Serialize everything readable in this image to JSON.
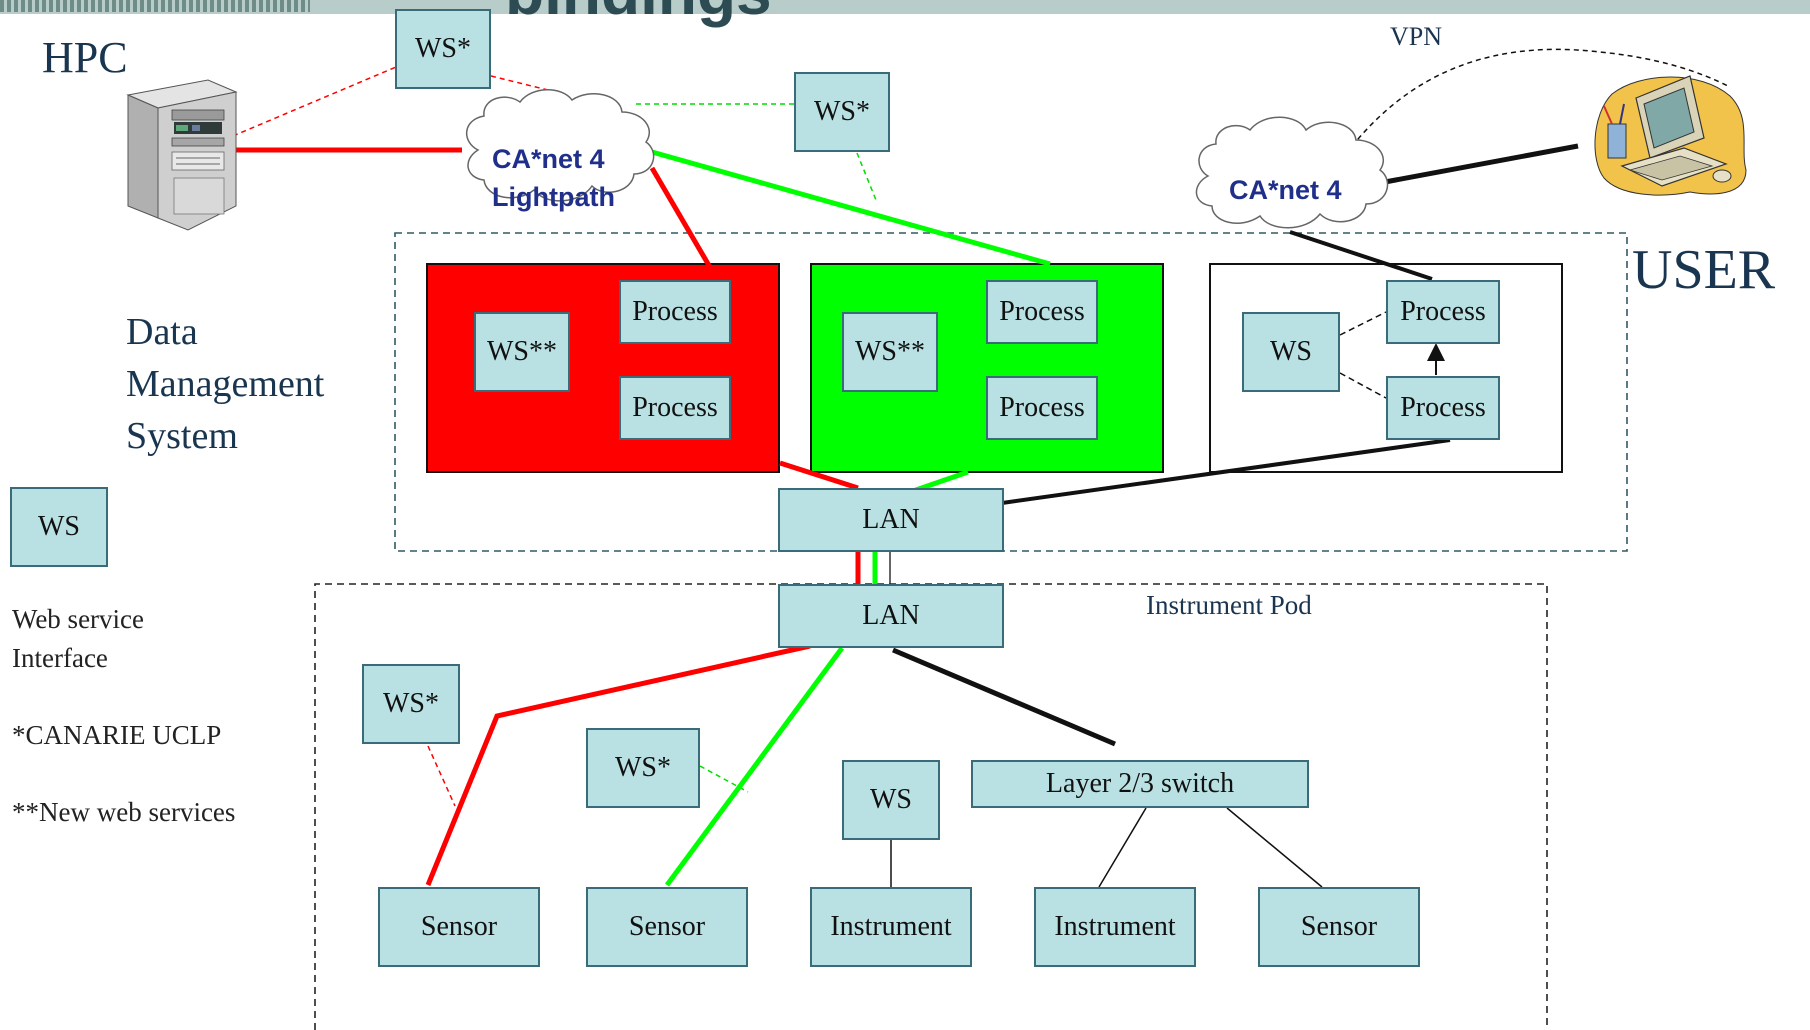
{
  "title_fragment": "bindings",
  "labels": {
    "hpc": "HPC",
    "vpn": "VPN",
    "user": "USER",
    "dms_line1": "Data",
    "dms_line2": "Management",
    "dms_line3": "System",
    "instrument_pod": "Instrument Pod"
  },
  "clouds": {
    "lightpath_line1": "CA*net 4",
    "lightpath_line2": "Lightpath",
    "user_cloud": "CA*net 4"
  },
  "boxes": {
    "ws_star_top": "WS*",
    "ws_star_mid": "WS*",
    "red_ws": "WS**",
    "red_process_1": "Process",
    "red_process_2": "Process",
    "green_ws": "WS**",
    "green_process_1": "Process",
    "green_process_2": "Process",
    "white_ws": "WS",
    "white_process_1": "Process",
    "white_process_2": "Process",
    "lan_upper": "LAN",
    "lan_lower": "LAN",
    "ws_star_pod_1": "WS*",
    "ws_star_pod_2": "WS*",
    "ws_pod": "WS",
    "switch": "Layer 2/3 switch",
    "sensor_1": "Sensor",
    "sensor_2": "Sensor",
    "instrument_1": "Instrument",
    "instrument_2": "Instrument",
    "sensor_3": "Sensor"
  },
  "legend": {
    "ws_box": "WS",
    "ws_desc_line1": "Web service",
    "ws_desc_line2": "Interface",
    "canarie": "*CANARIE UCLP",
    "new_ws": "**New web services"
  },
  "colors": {
    "red": "#ff0000",
    "green": "#00ff00",
    "box_fill": "#b9e1e3",
    "box_border": "#3a6b78",
    "cloud_text": "#1f2f8a",
    "label_text": "#1a3550"
  },
  "icons": [
    "server-icon",
    "computer-icon",
    "cloud-icon"
  ]
}
